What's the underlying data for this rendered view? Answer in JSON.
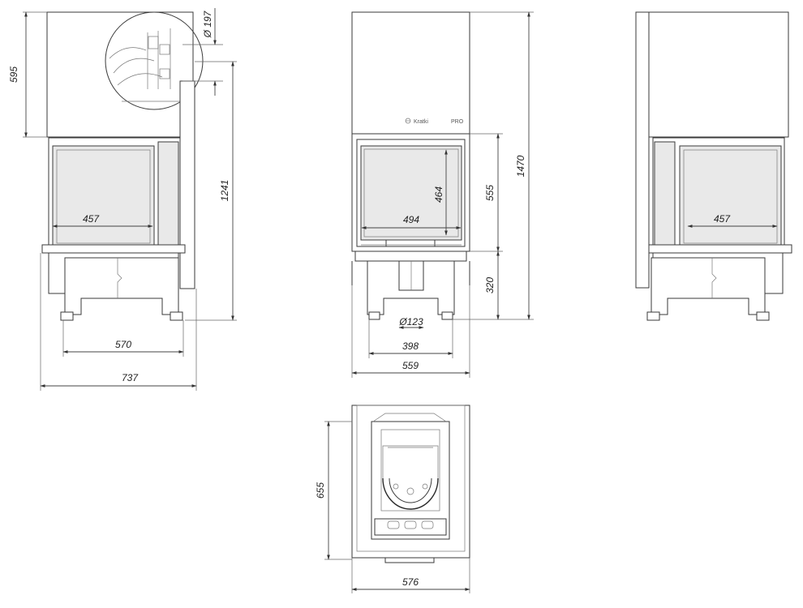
{
  "brand": {
    "name": "Kratki",
    "model": "PRO",
    "logo_icon": "kratki-logo-icon"
  },
  "colors": {
    "line": "#3a3a3a",
    "glass_fill": "#e9e9e9",
    "background": "#ffffff"
  },
  "dimensions": {
    "side_left": {
      "height_top": "595",
      "flue_diameter": "Ø 197",
      "glass_width": "457",
      "overall_height": "1241",
      "base_width": "570",
      "total_depth": "737"
    },
    "front": {
      "glass_width": "494",
      "glass_height": "464",
      "door_height": "555",
      "total_height": "1470",
      "base_height": "320",
      "air_inlet": "Ø123",
      "base_width": "398",
      "total_width": "559"
    },
    "side_right": {
      "glass_width": "457"
    },
    "top": {
      "depth": "655",
      "width": "576"
    }
  }
}
